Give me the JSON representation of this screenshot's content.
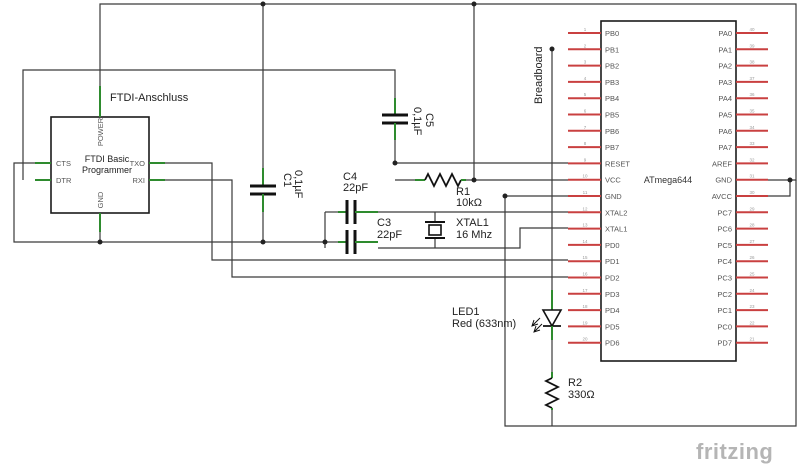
{
  "ftdi": {
    "title": "FTDI-Anschluss",
    "label_line1": "FTDI Basic",
    "label_line2": "Programmer",
    "pins": {
      "power": "POWER",
      "gnd": "GND",
      "cts": "CTS",
      "dtr": "DTR",
      "txo": "TXO",
      "rxi": "RXI"
    }
  },
  "breadboard_label": "Breadboard",
  "mcu": {
    "name": "ATmega644",
    "left_pins": [
      {
        "name": "PB0",
        "num": "1"
      },
      {
        "name": "PB1",
        "num": "2"
      },
      {
        "name": "PB2",
        "num": "3"
      },
      {
        "name": "PB3",
        "num": "4"
      },
      {
        "name": "PB4",
        "num": "5"
      },
      {
        "name": "PB5",
        "num": "6"
      },
      {
        "name": "PB6",
        "num": "7"
      },
      {
        "name": "PB7",
        "num": "8"
      },
      {
        "name": "RESET",
        "num": "9"
      },
      {
        "name": "VCC",
        "num": "10"
      },
      {
        "name": "GND",
        "num": "11"
      },
      {
        "name": "XTAL2",
        "num": "12"
      },
      {
        "name": "XTAL1",
        "num": "13"
      },
      {
        "name": "PD0",
        "num": "14"
      },
      {
        "name": "PD1",
        "num": "15"
      },
      {
        "name": "PD2",
        "num": "16"
      },
      {
        "name": "PD3",
        "num": "17"
      },
      {
        "name": "PD4",
        "num": "18"
      },
      {
        "name": "PD5",
        "num": "19"
      },
      {
        "name": "PD6",
        "num": "20"
      }
    ],
    "right_pins": [
      {
        "name": "PA0",
        "num": "40"
      },
      {
        "name": "PA1",
        "num": "39"
      },
      {
        "name": "PA2",
        "num": "38"
      },
      {
        "name": "PA3",
        "num": "37"
      },
      {
        "name": "PA4",
        "num": "36"
      },
      {
        "name": "PA5",
        "num": "35"
      },
      {
        "name": "PA6",
        "num": "34"
      },
      {
        "name": "PA7",
        "num": "33"
      },
      {
        "name": "AREF",
        "num": "32"
      },
      {
        "name": "GND",
        "num": "31"
      },
      {
        "name": "AVCC",
        "num": "30"
      },
      {
        "name": "PC7",
        "num": "29"
      },
      {
        "name": "PC6",
        "num": "28"
      },
      {
        "name": "PC5",
        "num": "27"
      },
      {
        "name": "PC4",
        "num": "26"
      },
      {
        "name": "PC3",
        "num": "25"
      },
      {
        "name": "PC2",
        "num": "24"
      },
      {
        "name": "PC1",
        "num": "23"
      },
      {
        "name": "PC0",
        "num": "22"
      },
      {
        "name": "PD7",
        "num": "21"
      }
    ]
  },
  "c1": {
    "ref": "C1",
    "value": "0,1µF"
  },
  "c5": {
    "ref": "C5",
    "value": "0,1µF"
  },
  "c4": {
    "ref": "C4",
    "value": "22pF"
  },
  "c3": {
    "ref": "C3",
    "value": "22pF"
  },
  "r1": {
    "ref": "R1",
    "value": "10kΩ"
  },
  "xtal1": {
    "ref": "XTAL1",
    "value": "16 Mhz"
  },
  "led1": {
    "ref": "LED1",
    "value": "Red (633nm)"
  },
  "r2": {
    "ref": "R2",
    "value": "330Ω"
  },
  "logo": "fritzing",
  "colors": {
    "wire": "#3a3a3a",
    "pin": "#c94040",
    "connector": "#2e8b2e",
    "logo": "#b5b5b5"
  }
}
